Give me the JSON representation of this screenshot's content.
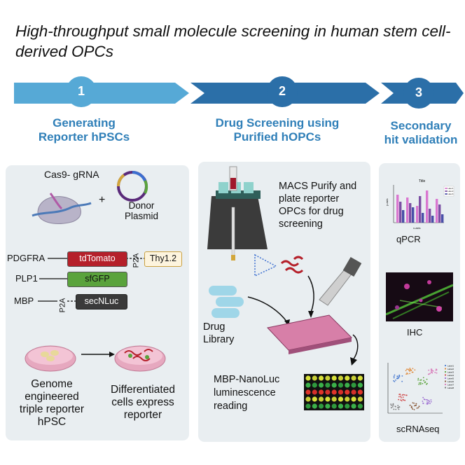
{
  "title": "High-throughput small molecule screening in human stem cell-derived OPCs",
  "colors": {
    "arrow_light": "#56a9d6",
    "arrow_dark": "#2b6fa8",
    "label": "#2f7fb8",
    "panel": "#e9eef1",
    "tdtomato": "#b5202a",
    "sfgfp": "#5aa33c",
    "secnluc": "#3a3a3a"
  },
  "steps": [
    {
      "number": "1",
      "label_line1": "Generating",
      "label_line2": "Reporter hPSCs"
    },
    {
      "number": "2",
      "label_line1": "Drug Screening using",
      "label_line2": "Purified hOPCs"
    },
    {
      "number": "3",
      "label_line1": "Secondary",
      "label_line2": "hit validation"
    }
  ],
  "panel1": {
    "cas9": "Cas9- gRNA",
    "plus": "+",
    "donor_line1": "Donor",
    "donor_line2": "Plasmid",
    "pdgfra": "PDGFRA",
    "tdtomato": "tdTomato",
    "p2a_a": "P2A",
    "thy": "Thy1.2",
    "plp1": "PLP1",
    "sfgfp": "sfGFP",
    "mbp": "MBP",
    "p2a_b": "P2A",
    "secnluc": "secNLuc",
    "genome_lines": [
      "Genome",
      "engineered",
      "triple reporter",
      "hPSC"
    ],
    "diff_lines": [
      "Differentiated",
      "cells express",
      "reporter"
    ]
  },
  "panel2": {
    "macs_lines": [
      "MACS Purify and",
      "plate reporter",
      "OPCs for drug",
      "screening"
    ],
    "drug_lines": [
      "Drug",
      "Library"
    ],
    "mbp_lines": [
      "MBP-NanoLuc",
      "luminescence",
      "reading"
    ]
  },
  "panel3": {
    "qpcr": "qPCR",
    "ihc": "IHC",
    "scrna": "scRNAseq",
    "chart_title": "Title",
    "chart_xlabel": "x-axis",
    "chart_ylabel": "y-axis",
    "legend": [
      "Label 1",
      "Label 2",
      "Label 3"
    ],
    "umap_legend": [
      "Label1",
      "Label2",
      "Label3",
      "Label4",
      "Label5",
      "Label6",
      "Label7",
      "Label8"
    ]
  }
}
